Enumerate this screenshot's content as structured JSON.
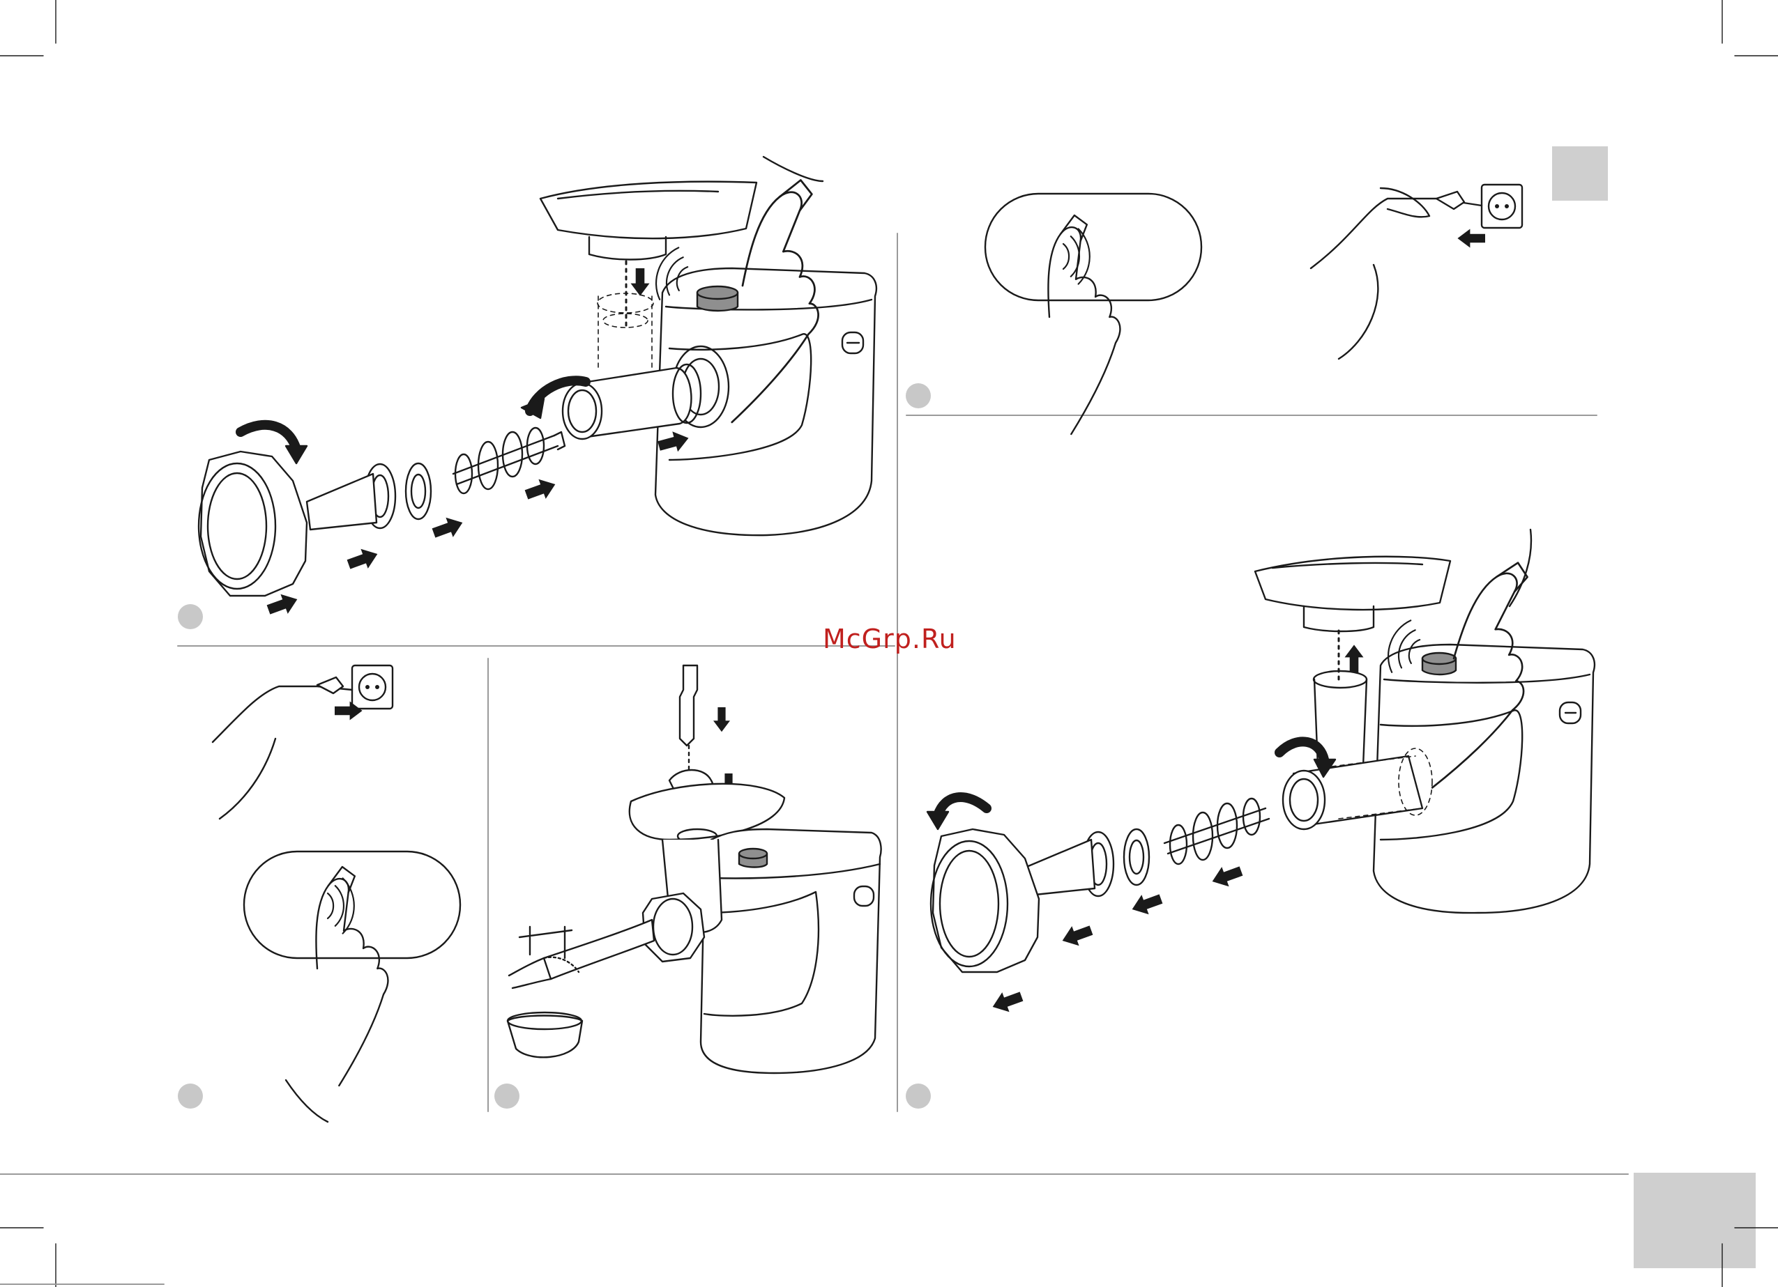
{
  "watermark": {
    "text": "McGrp.Ru",
    "color": "#c0201e"
  },
  "colors": {
    "line": "#1a1a1a",
    "rule": "#9a9a9a",
    "step_badge": "#c8c8c8",
    "tab": "#cfcfcf",
    "knob": "#8f8f8f",
    "arrow": "#1a1a1a"
  },
  "steps": [
    {
      "panel": "assemble-grinder",
      "badge": ""
    },
    {
      "panel": "switch-off-unplug",
      "badge": ""
    },
    {
      "panel": "plug-in-switch-on",
      "badge": ""
    },
    {
      "panel": "sausage-filling",
      "badge": ""
    },
    {
      "panel": "disassemble-grinder",
      "badge": ""
    }
  ],
  "icons": [
    "hand-press-icon",
    "power-plug-icon",
    "wall-socket-icon",
    "push-arrow-icon",
    "rotate-arrow-icon",
    "touch-wave-icon"
  ]
}
